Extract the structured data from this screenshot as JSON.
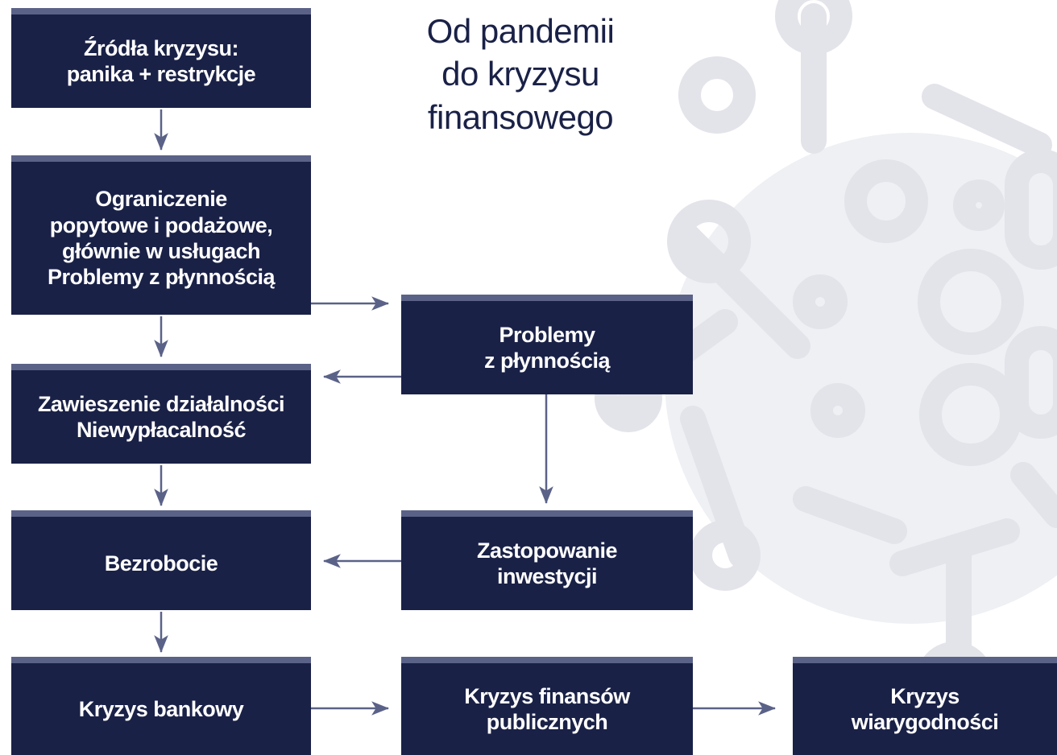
{
  "title": "Od pandemii\ndo kryzysu\nfinansowego",
  "colors": {
    "box_fill": "#1a2147",
    "box_top_strip": "#5b6288",
    "arrow": "#5b6288",
    "background_virus": "#e3e3ea"
  },
  "icons": {
    "background": "virus-icon"
  },
  "boxes": {
    "sources": "Źródła kryzysu:\npanika + restrykcje",
    "restrictions": "Ograniczenie\npopytowe i podażowe,\ngłównie w usługach\nProblemy z płynnością",
    "liquidity": "Problemy\nz płynnością",
    "suspension": "Zawieszenie działalności\nNiewypłacalność",
    "investment": "Zastopowanie\ninwestycji",
    "unemployment": "Bezrobocie",
    "banking": "Kryzys bankowy",
    "public_finance": "Kryzys finansów\npublicznych",
    "credibility": "Kryzys\nwiarygodności"
  }
}
